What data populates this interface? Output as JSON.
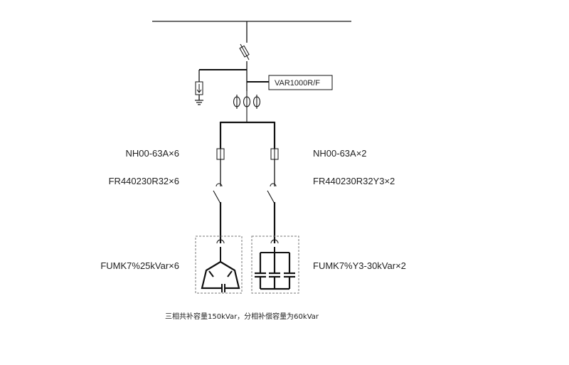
{
  "controller_label": "VAR1000R/F",
  "left_branch": {
    "fuse_label": "NH00-63A×6",
    "switch_label": "FR440230R32×6",
    "capacitor_label": "FUMK7%25kVar×6"
  },
  "right_branch": {
    "fuse_label": "NH00-63A×2",
    "switch_label": "FR440230R32Y3×2",
    "capacitor_label": "FUMK7%Y3-30kVar×2"
  },
  "footnote": "三相共补容量150kVar，分相补偿容量为60kVar",
  "colors": {
    "line": "#111111",
    "dash": "#777777"
  }
}
